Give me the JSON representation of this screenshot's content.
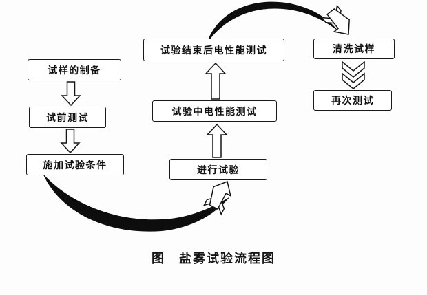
{
  "diagram": {
    "caption": "图　盐雾试验流程图",
    "nodes": {
      "sample_preparation": "试样的制备",
      "pre_test": "试前测试",
      "apply_conditions": "施加试验条件",
      "run_test": "进行试验",
      "during_test_measurement": "试验中电性能测试",
      "after_test_measurement": "试验结束后电性能测试",
      "clean_sample": "清洗试样",
      "retest": "再次测试"
    },
    "edges": [
      {
        "from": "sample_preparation",
        "to": "pre_test",
        "style": "hollow-arrow-down"
      },
      {
        "from": "pre_test",
        "to": "apply_conditions",
        "style": "hollow-arrow-down"
      },
      {
        "from": "apply_conditions",
        "to": "run_test",
        "style": "brush-curve"
      },
      {
        "from": "run_test",
        "to": "during_test_measurement",
        "style": "hollow-arrow-up"
      },
      {
        "from": "during_test_measurement",
        "to": "after_test_measurement",
        "style": "hollow-arrow-up"
      },
      {
        "from": "after_test_measurement",
        "to": "clean_sample",
        "style": "brush-curve"
      },
      {
        "from": "clean_sample",
        "to": "retest",
        "style": "double-chevron-down"
      }
    ]
  }
}
